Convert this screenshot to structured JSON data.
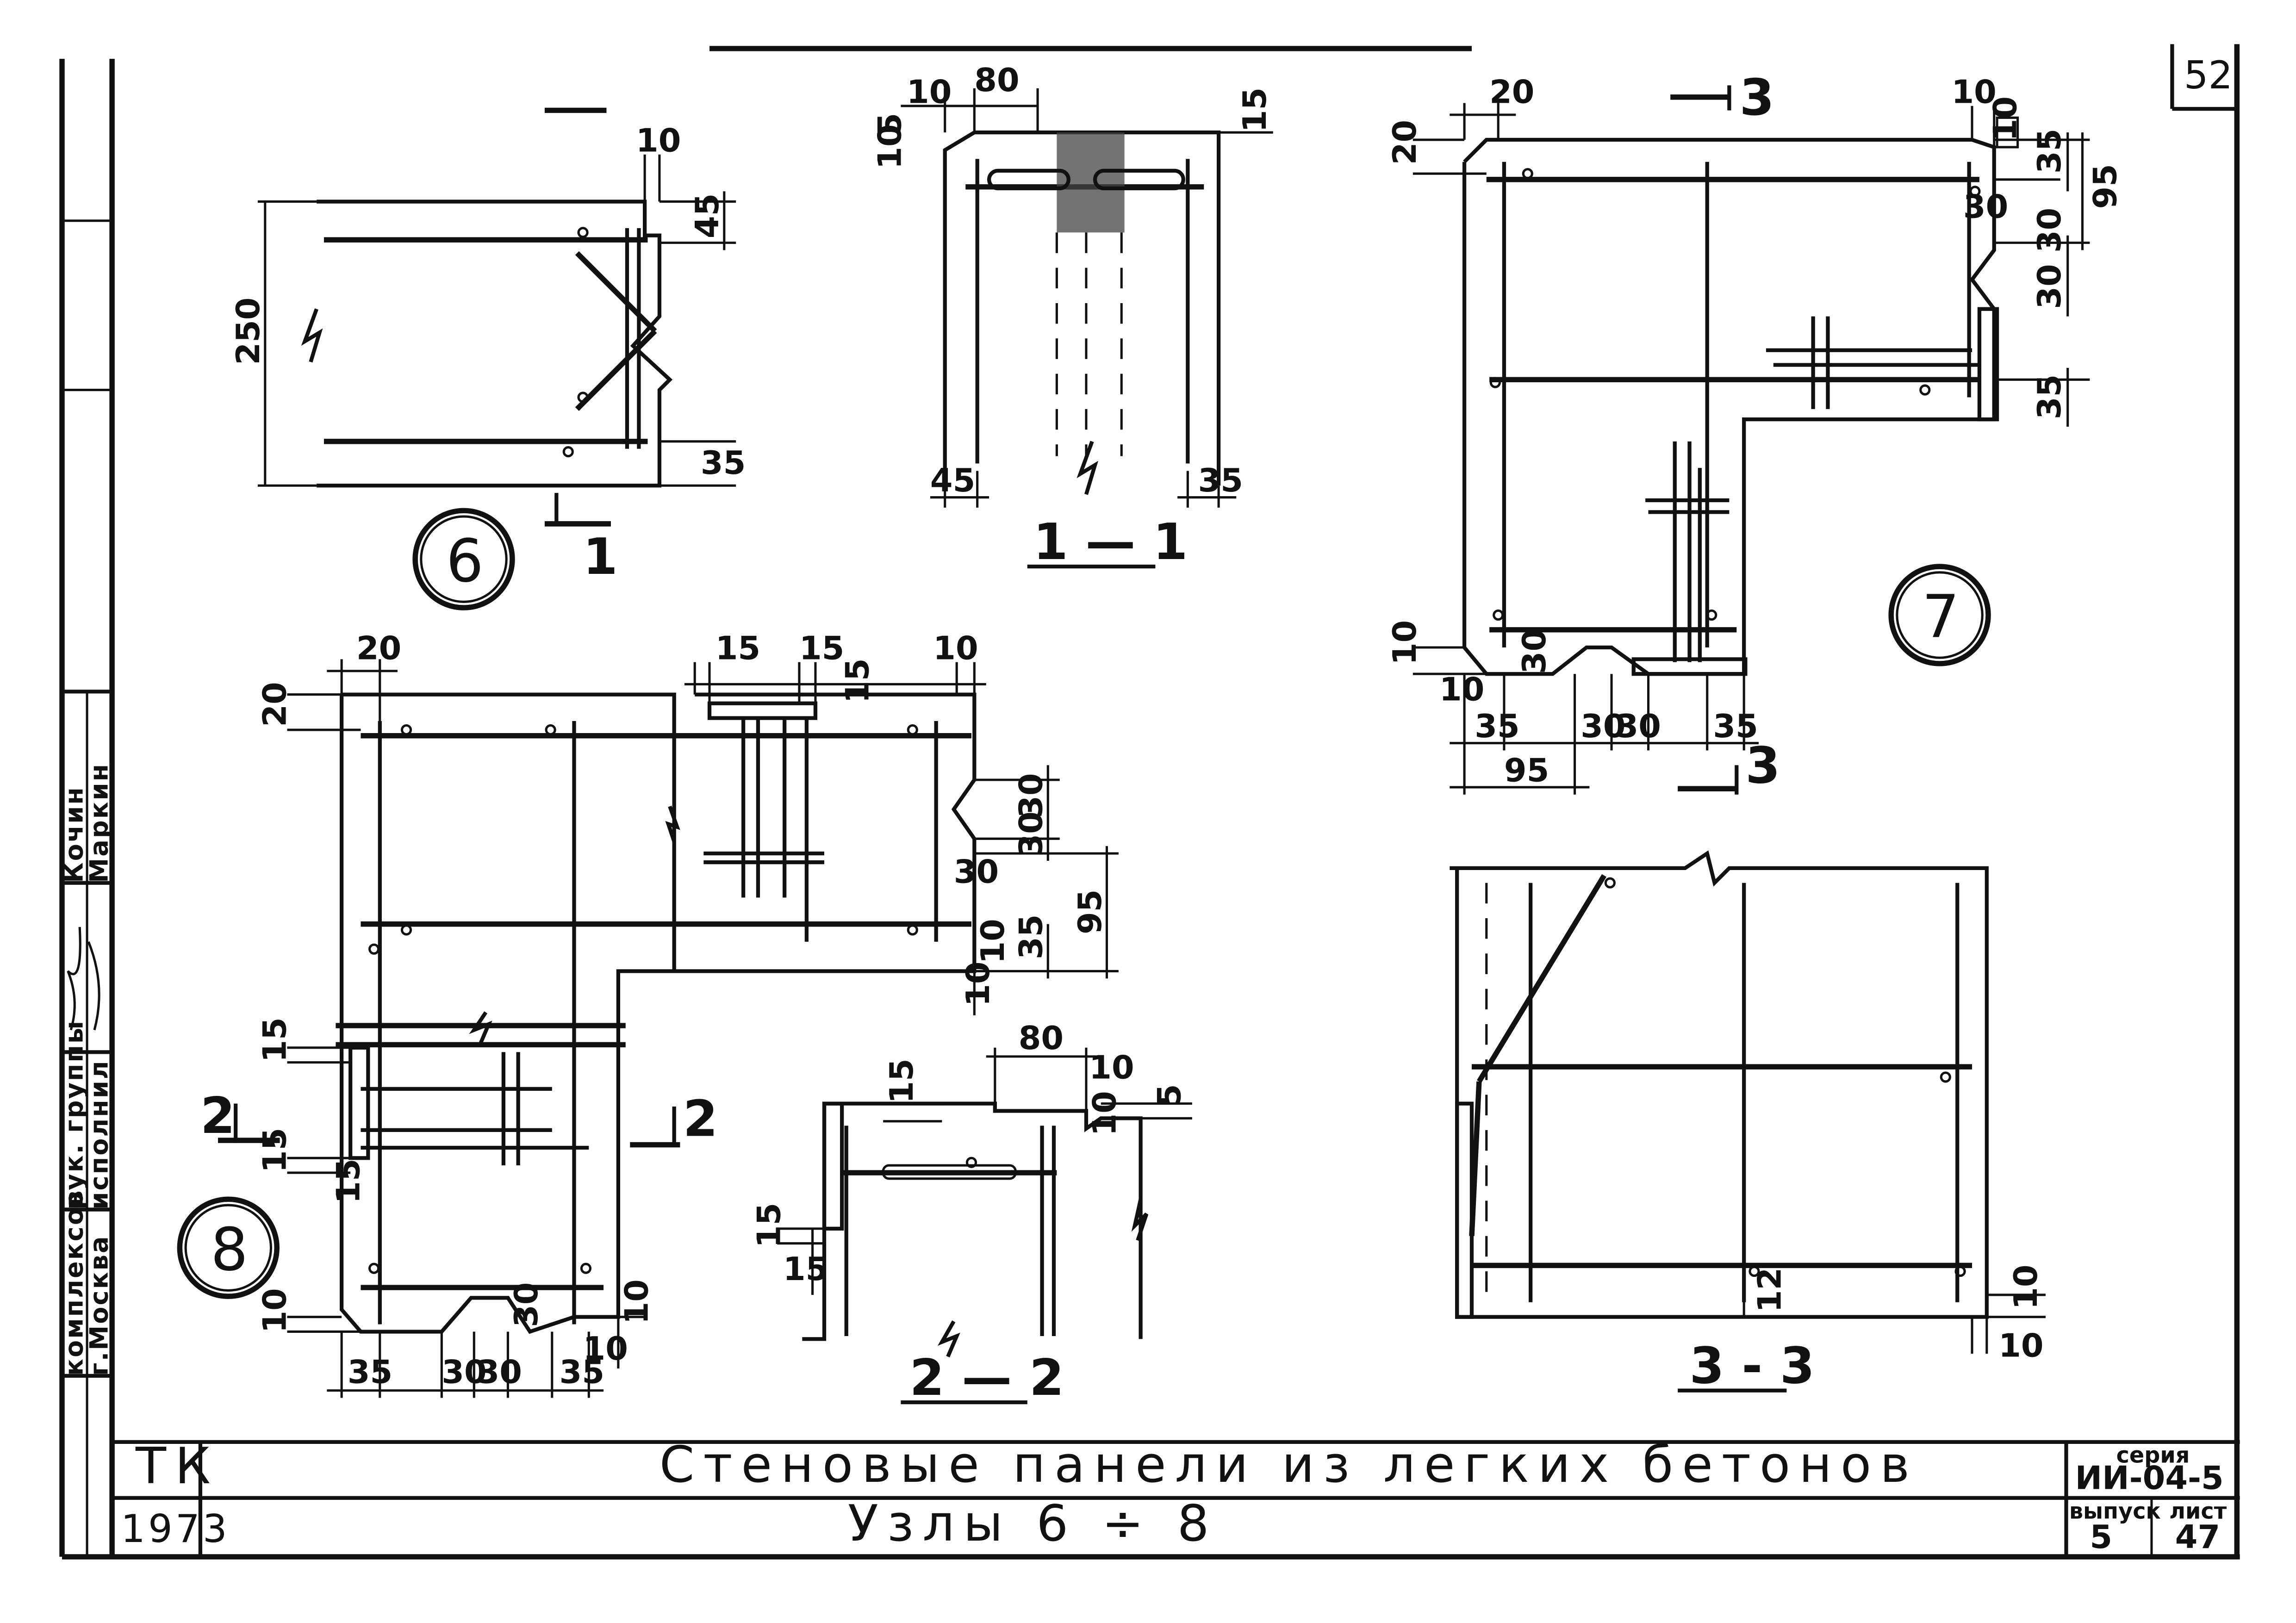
{
  "sheet": {
    "page_number": "52",
    "title_main": "Стеновые панели из легких бетонов",
    "title_sub": "Узлы 6 ÷ 8",
    "org": "ТК",
    "year": "1973",
    "series_label": "серия",
    "series_value": "ИИ-04-5",
    "issue_label": "выпуск",
    "issue_value": "5",
    "sheet_label": "лист",
    "sheet_value": "47"
  },
  "side_stamp": {
    "org_line1": "комплексов",
    "org_line2": "г.Москва",
    "role1": "рук. группы",
    "role2": "исполнил",
    "name1": "Кочин",
    "name2": "Маркин"
  },
  "nodes": {
    "n6": "6",
    "n7": "7",
    "n8": "8"
  },
  "sections": {
    "s11": "1 — 1",
    "s22": "2 — 2",
    "s33": "3 - 3",
    "cut1": "1",
    "cut2a": "2",
    "cut2b": "2",
    "cut3a": "3",
    "cut3b": "3"
  },
  "dims": {
    "n6": {
      "d10": "10",
      "d45": "45",
      "d250": "250",
      "d35": "35"
    },
    "s11": {
      "d10": "10",
      "d80": "80",
      "d5": "5",
      "d10b": "10",
      "d15": "15",
      "d45": "45",
      "d35": "35"
    },
    "n7": {
      "d20": "20",
      "d20v": "20",
      "d10": "10",
      "d10b": "10",
      "d35a": "35",
      "d95": "95",
      "d30": "30",
      "d3030": "30 30",
      "d35b": "35",
      "d10l": "10",
      "d10m": "10",
      "d30l": "30",
      "d35c": "35",
      "d30a": "30",
      "d30b": "30",
      "d35d": "35",
      "d95b": "95"
    },
    "n8": {
      "d20": "20",
      "d20v": "20",
      "d15a": "15",
      "d15b": "15",
      "d10": "10",
      "d15c": "15",
      "d3030a": "30",
      "d3030b": "30",
      "d30a": "30",
      "d95": "95",
      "d35": "35",
      "d10a": "10",
      "d10b": "10",
      "d15d": "15",
      "d15e": "15",
      "d15f": "15",
      "d10c": "10",
      "d35b": "35",
      "d30b": "30",
      "d30c": "30",
      "d35c": "35",
      "d30d": "30",
      "d10d": "10",
      "d10e": "10"
    },
    "s22": {
      "d80": "80",
      "d10": "10",
      "d15": "15",
      "d10b": "10",
      "d5": "5",
      "d15b": "15",
      "d15c": "15"
    },
    "s33": {
      "d12": "12",
      "d10": "10",
      "d10b": "10"
    }
  }
}
